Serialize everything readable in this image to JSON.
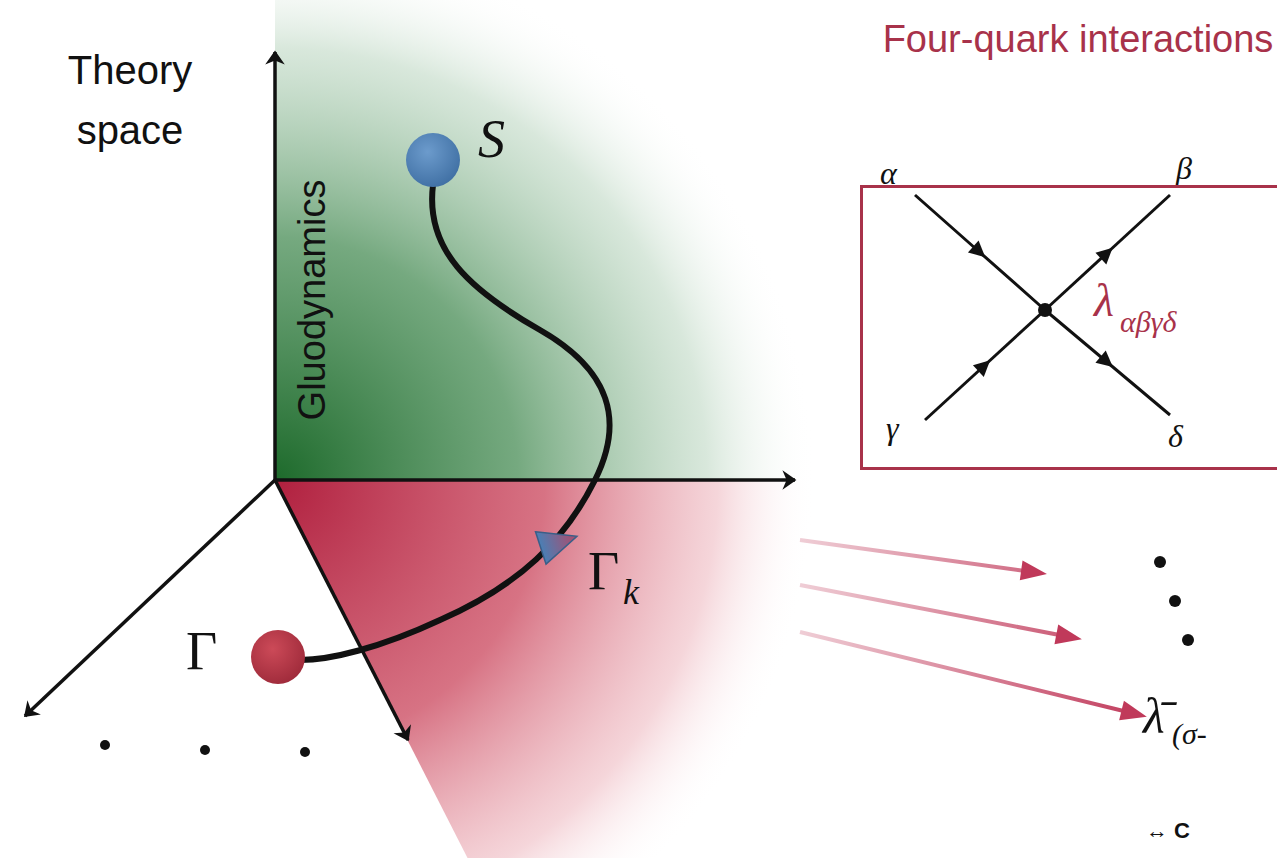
{
  "diagram": {
    "nodes": [
      {
        "text": [
          "Four-quark interactions"
        ]
      }
    ],
    "labels": [
      "Theory space",
      "Gluodynamics",
      "S",
      "Γ",
      "k",
      "Γ",
      "α",
      "β",
      "γ",
      "δ",
      "λ",
      "αβγδ",
      "λ̄",
      "(σ-",
      "↔ C"
    ]
  }
}
